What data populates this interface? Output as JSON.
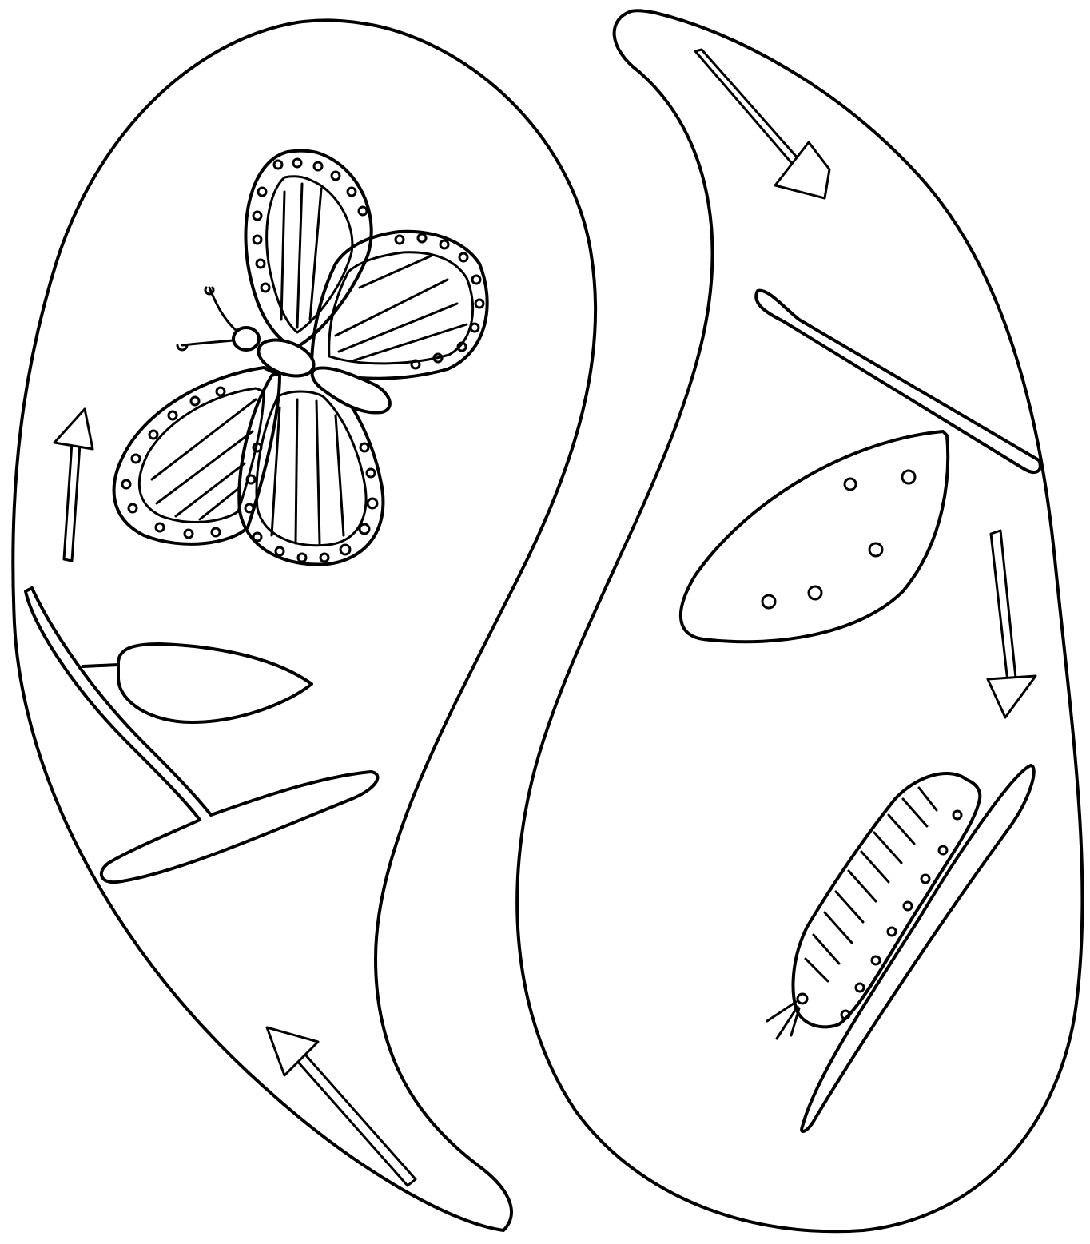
{
  "diagram": {
    "cycle_order": [
      "butterfly",
      "egg",
      "caterpillar",
      "chrysalis"
    ],
    "stages": [
      {
        "id": "butterfly",
        "panel": "left",
        "icon": "butterfly-icon"
      },
      {
        "id": "chrysalis",
        "panel": "left",
        "icon": "chrysalis-on-branch-icon"
      },
      {
        "id": "egg",
        "panel": "right",
        "icon": "egg-on-leaf-icon"
      },
      {
        "id": "caterpillar",
        "panel": "right",
        "icon": "caterpillar-on-leaf-icon"
      }
    ],
    "arrows": [
      {
        "panel": "right",
        "direction": "down-right",
        "icon": "arrow-icon"
      },
      {
        "panel": "right",
        "direction": "down",
        "icon": "arrow-icon"
      },
      {
        "panel": "left",
        "direction": "up-left",
        "icon": "arrow-icon"
      },
      {
        "panel": "left",
        "direction": "up",
        "icon": "arrow-icon"
      }
    ],
    "colors": {
      "ink": "#000000",
      "paper": "#ffffff"
    }
  }
}
